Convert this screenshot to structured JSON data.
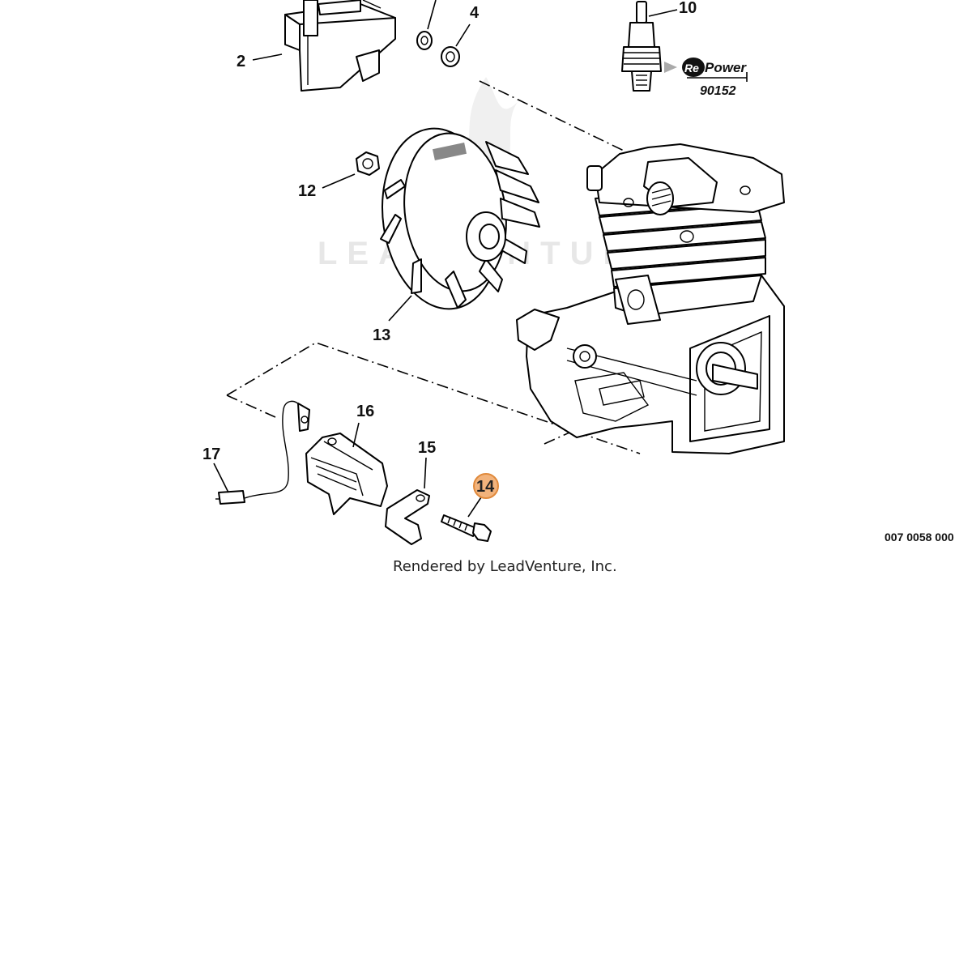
{
  "diagram": {
    "watermark": "LEADVENTURE",
    "figure_id": "007 0058 000",
    "credit": "Rendered by LeadVenture, Inc.",
    "brand": {
      "logo_mark": "Re",
      "name": "Power",
      "part_number": "90152"
    },
    "callouts": {
      "c2": "2",
      "c4": "4",
      "c10": "10",
      "c12": "12",
      "c13": "13",
      "c14": "14",
      "c15": "15",
      "c16": "16",
      "c17": "17"
    },
    "highlight_callout": "14",
    "highlight_color": "#f2b37c",
    "highlight_stroke": "#e08a3c"
  }
}
